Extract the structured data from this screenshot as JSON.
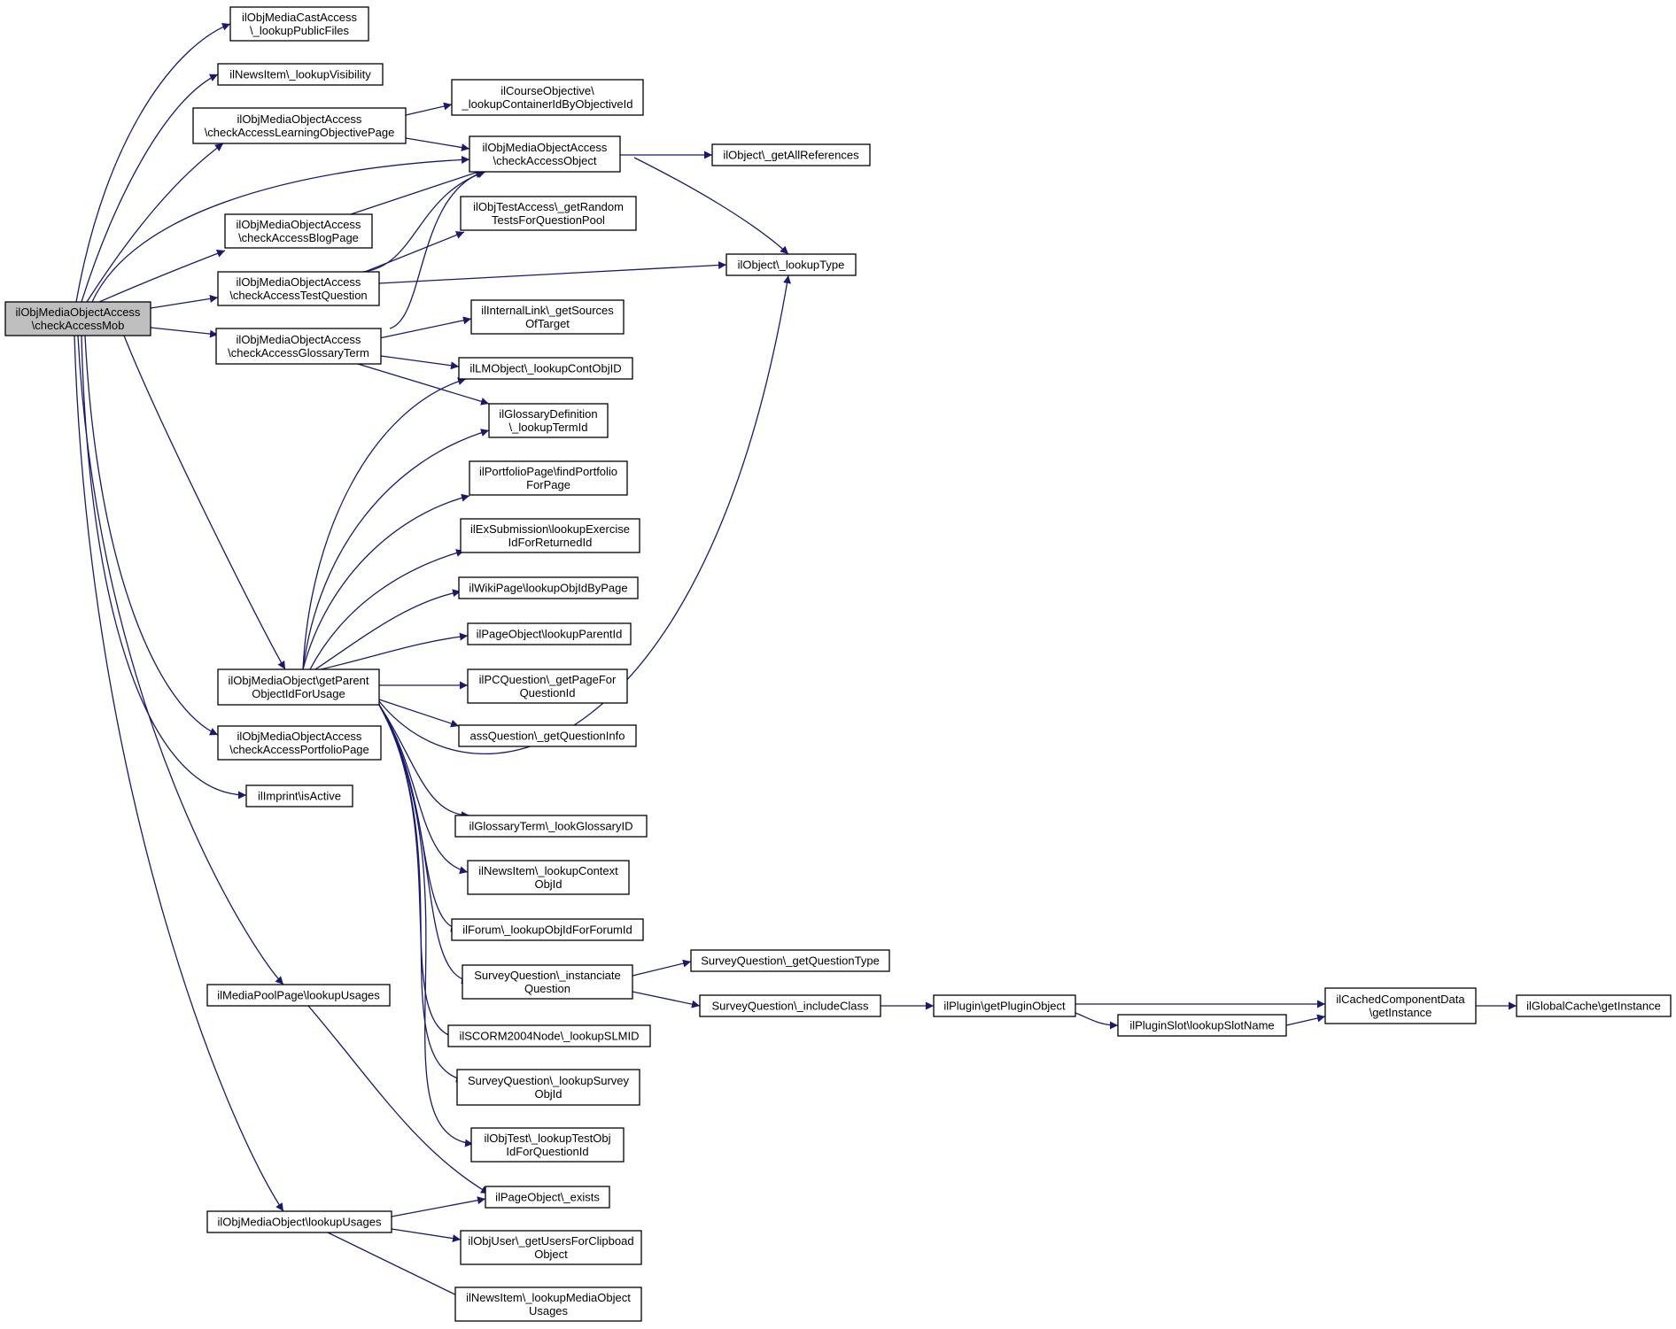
{
  "diagram": {
    "type": "call-graph",
    "edge_color": "#191970",
    "root_fill": "#bfbfbf",
    "nodes": [
      {
        "id": "root",
        "lines": [
          "ilObjMediaObjectAccess",
          "\\checkAccessMob"
        ]
      },
      {
        "id": "mcast",
        "lines": [
          "ilObjMediaCastAccess",
          "\\_lookupPublicFiles"
        ]
      },
      {
        "id": "newsvis",
        "lines": [
          "ilNewsItem\\_lookupVisibility"
        ]
      },
      {
        "id": "calop",
        "lines": [
          "ilObjMediaObjectAccess",
          "\\checkAccessLearningObjectivePage"
        ]
      },
      {
        "id": "courseobj",
        "lines": [
          "ilCourseObjective\\",
          "_lookupContainerIdByObjectiveId"
        ]
      },
      {
        "id": "cao",
        "lines": [
          "ilObjMediaObjectAccess",
          "\\checkAccessObject"
        ]
      },
      {
        "id": "getallrefs",
        "lines": [
          "ilObject\\_getAllReferences"
        ]
      },
      {
        "id": "blog",
        "lines": [
          "ilObjMediaObjectAccess",
          "\\checkAccessBlogPage"
        ]
      },
      {
        "id": "randtests",
        "lines": [
          "ilObjTestAccess\\_getRandom",
          "TestsForQuestionPool"
        ]
      },
      {
        "id": "lookuptype",
        "lines": [
          "ilObject\\_lookupType"
        ]
      },
      {
        "id": "testq",
        "lines": [
          "ilObjMediaObjectAccess",
          "\\checkAccessTestQuestion"
        ]
      },
      {
        "id": "intlink",
        "lines": [
          "ilInternalLink\\_getSources",
          "OfTarget"
        ]
      },
      {
        "id": "glossterm",
        "lines": [
          "ilObjMediaObjectAccess",
          "\\checkAccessGlossaryTerm"
        ]
      },
      {
        "id": "lmobj",
        "lines": [
          "ilLMObject\\_lookupContObjID"
        ]
      },
      {
        "id": "glossdef",
        "lines": [
          "ilGlossaryDefinition",
          "\\_lookupTermId"
        ]
      },
      {
        "id": "portfolio",
        "lines": [
          "ilPortfolioPage\\findPortfolio",
          "ForPage"
        ]
      },
      {
        "id": "exsub",
        "lines": [
          "ilExSubmission\\lookupExercise",
          "IdForReturnedId"
        ]
      },
      {
        "id": "wiki",
        "lines": [
          "ilWikiPage\\lookupObjIdByPage"
        ]
      },
      {
        "id": "pageparent",
        "lines": [
          "ilPageObject\\lookupParentId"
        ]
      },
      {
        "id": "pcq",
        "lines": [
          "ilPCQuestion\\_getPageFor",
          "QuestionId"
        ]
      },
      {
        "id": "gpo",
        "lines": [
          "ilObjMediaObject\\getParent",
          "ObjectIdForUsage"
        ]
      },
      {
        "id": "assq",
        "lines": [
          "assQuestion\\_getQuestionInfo"
        ]
      },
      {
        "id": "portacc",
        "lines": [
          "ilObjMediaObjectAccess",
          "\\checkAccessPortfolioPage"
        ]
      },
      {
        "id": "imprint",
        "lines": [
          "ilImprint\\isActive"
        ]
      },
      {
        "id": "glossid",
        "lines": [
          "ilGlossaryTerm\\_lookGlossaryID"
        ]
      },
      {
        "id": "newsctx",
        "lines": [
          "ilNewsItem\\_lookupContext",
          "ObjId"
        ]
      },
      {
        "id": "forum",
        "lines": [
          "ilForum\\_lookupObjIdForForumId"
        ]
      },
      {
        "id": "instq",
        "lines": [
          "SurveyQuestion\\_instanciate",
          "Question"
        ]
      },
      {
        "id": "qtype",
        "lines": [
          "SurveyQuestion\\_getQuestionType"
        ]
      },
      {
        "id": "inclclass",
        "lines": [
          "SurveyQuestion\\_includeClass"
        ]
      },
      {
        "id": "plugobj",
        "lines": [
          "ilPlugin\\getPluginObject"
        ]
      },
      {
        "id": "cached",
        "lines": [
          "ilCachedComponentData",
          "\\getInstance"
        ]
      },
      {
        "id": "globcache",
        "lines": [
          "ilGlobalCache\\getInstance"
        ]
      },
      {
        "id": "slotname",
        "lines": [
          "ilPluginSlot\\lookupSlotName"
        ]
      },
      {
        "id": "scorm",
        "lines": [
          "ilSCORM2004Node\\_lookupSLMID"
        ]
      },
      {
        "id": "surveyobj",
        "lines": [
          "SurveyQuestion\\_lookupSurvey",
          "ObjId"
        ]
      },
      {
        "id": "testobj",
        "lines": [
          "ilObjTest\\_lookupTestObj",
          "IdForQuestionId"
        ]
      },
      {
        "id": "mppusages",
        "lines": [
          "ilMediaPoolPage\\lookupUsages"
        ]
      },
      {
        "id": "pageexists",
        "lines": [
          "ilPageObject\\_exists"
        ]
      },
      {
        "id": "mousages",
        "lines": [
          "ilObjMediaObject\\lookupUsages"
        ]
      },
      {
        "id": "clipbd",
        "lines": [
          "ilObjUser\\_getUsersForClipboad",
          "Object"
        ]
      },
      {
        "id": "newsmo",
        "lines": [
          "ilNewsItem\\_lookupMediaObject",
          "Usages"
        ]
      }
    ],
    "edges": [
      [
        "root",
        "mcast"
      ],
      [
        "root",
        "newsvis"
      ],
      [
        "root",
        "calop"
      ],
      [
        "root",
        "cao"
      ],
      [
        "root",
        "blog"
      ],
      [
        "root",
        "testq"
      ],
      [
        "root",
        "glossterm"
      ],
      [
        "root",
        "gpo"
      ],
      [
        "root",
        "portacc"
      ],
      [
        "root",
        "imprint"
      ],
      [
        "root",
        "mppusages"
      ],
      [
        "root",
        "mousages"
      ],
      [
        "calop",
        "courseobj"
      ],
      [
        "calop",
        "cao"
      ],
      [
        "cao",
        "getallrefs"
      ],
      [
        "cao",
        "lookuptype"
      ],
      [
        "blog",
        "cao"
      ],
      [
        "testq",
        "cao"
      ],
      [
        "testq",
        "randtests"
      ],
      [
        "testq",
        "lookuptype"
      ],
      [
        "glossterm",
        "cao"
      ],
      [
        "glossterm",
        "intlink"
      ],
      [
        "glossterm",
        "lmobj"
      ],
      [
        "glossterm",
        "glossdef"
      ],
      [
        "gpo",
        "lmobj"
      ],
      [
        "gpo",
        "glossdef"
      ],
      [
        "gpo",
        "portfolio"
      ],
      [
        "gpo",
        "exsub"
      ],
      [
        "gpo",
        "wiki"
      ],
      [
        "gpo",
        "pageparent"
      ],
      [
        "gpo",
        "pcq"
      ],
      [
        "gpo",
        "assq"
      ],
      [
        "gpo",
        "lookuptype"
      ],
      [
        "gpo",
        "glossid"
      ],
      [
        "gpo",
        "newsctx"
      ],
      [
        "gpo",
        "forum"
      ],
      [
        "gpo",
        "instq"
      ],
      [
        "gpo",
        "scorm"
      ],
      [
        "gpo",
        "surveyobj"
      ],
      [
        "gpo",
        "testobj"
      ],
      [
        "instq",
        "qtype"
      ],
      [
        "instq",
        "inclclass"
      ],
      [
        "inclclass",
        "plugobj"
      ],
      [
        "plugobj",
        "cached"
      ],
      [
        "plugobj",
        "slotname"
      ],
      [
        "slotname",
        "cached"
      ],
      [
        "cached",
        "globcache"
      ],
      [
        "mppusages",
        "pageexists"
      ],
      [
        "mousages",
        "pageexists"
      ],
      [
        "mousages",
        "clipbd"
      ],
      [
        "mousages",
        "newsmo"
      ]
    ]
  }
}
